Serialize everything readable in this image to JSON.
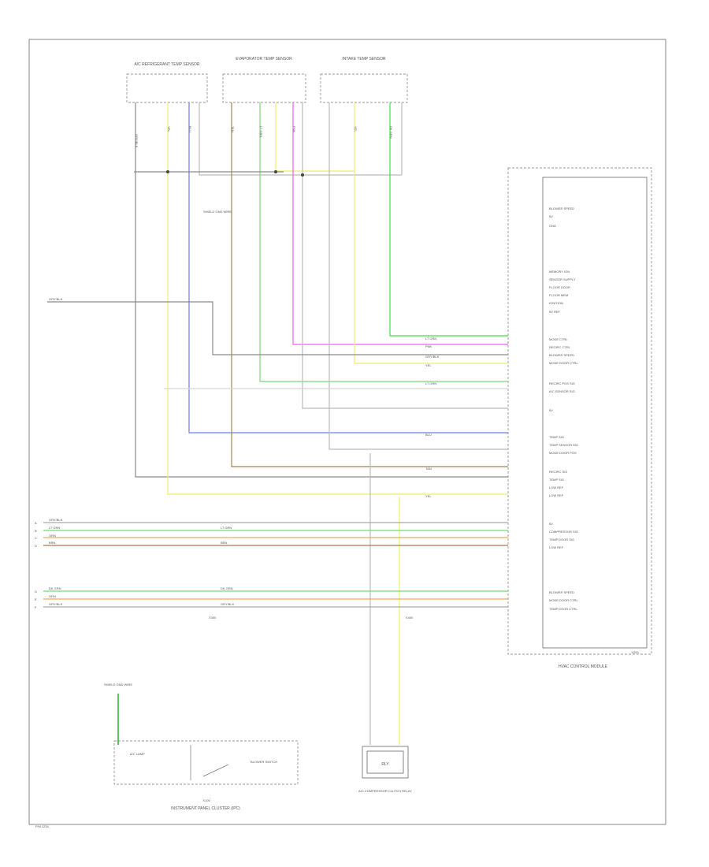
{
  "components": {
    "comp1_label": "A/C REFRIGERANT TEMP SENSOR",
    "comp2_label": "EVAPORATOR TEMP SENSOR",
    "comp3_label": "INTAKE TEMP SENSOR",
    "module_label": "HVAC CONTROL MODULE",
    "module_connector": "X200",
    "cluster_label": "INSTRUMENT PANEL CLUSTER (IPC)",
    "cluster_connector": "X100",
    "relay_label": "A/C COMPRESSOR CLUTCH RELAY",
    "relay_text": "RLY",
    "lamp_label": "A/C LAMP",
    "switch_label": "BLOWER SWITCH",
    "left_connector": "X300",
    "mid_connector": "X400",
    "corner_ref": "P/N 1234"
  },
  "wires": {
    "w_gray": "GRY/BLK",
    "w_green": "LT GRN",
    "w_pink": "PNK",
    "w_yellow": "YEL",
    "w_blue": "BLU",
    "w_tan": "TAN",
    "w_orange": "ORN",
    "w_brown": "BRN",
    "w_dkgrn": "DK GRN"
  },
  "pins": {
    "p1": "A",
    "p2": "B",
    "p3": "C",
    "p4": "D",
    "p5": "E",
    "p6": "F"
  },
  "module_lines": {
    "l1": "BLOWER SPEED",
    "l2": "5V",
    "l3": "GND",
    "l4": "MEMORY IGN",
    "l5": "SENSOR SUPPLY",
    "l6": "FLOOR DOOR",
    "l7": "FLOOR MEM",
    "l8": "IGNITION",
    "l9": "5V REF",
    "l10": "MODE CTRL",
    "l11": "RECIRC CTRL",
    "l12": "BLOWER SPEED",
    "l13": "MODE DOOR CTRL",
    "l14": "RECIRC POS SIG",
    "l15": "A/C SENSOR SIG",
    "l16": "5V",
    "l17": "TEMP SIG",
    "l18": "TEMP SENSOR SIG",
    "l19": "MODE DOOR POS",
    "l20": "RECIRC SIG",
    "l21": "TEMP SIG",
    "l22": "LOW REF",
    "l23": "LOW REF",
    "l24": "5V",
    "l25": "COMPRESSOR SIG",
    "l26": "TEMP DOOR SIG",
    "l27": "LOW REF",
    "l28": "BLOWER SPEED",
    "l29": "MODE DOOR CTRL",
    "l30": "TEMP DOOR CTRL"
  },
  "notes": {
    "n1": "GRY/BLK",
    "n2": "SHIELD GND WIRE"
  }
}
